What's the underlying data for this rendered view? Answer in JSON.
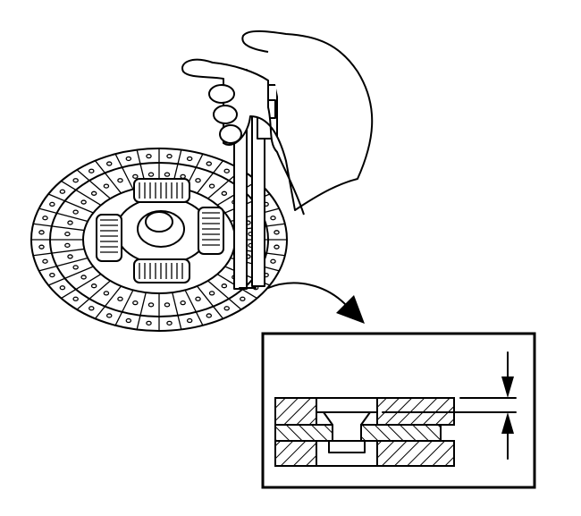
{
  "diagram": {
    "subject": "clutch-disc-rivet-depth-measurement",
    "colors": {
      "line": "#000000",
      "background": "#ffffff"
    },
    "icons": [
      "clutch-disc",
      "vernier-caliper",
      "hand",
      "curved-arrow",
      "dimension-arrows"
    ]
  }
}
